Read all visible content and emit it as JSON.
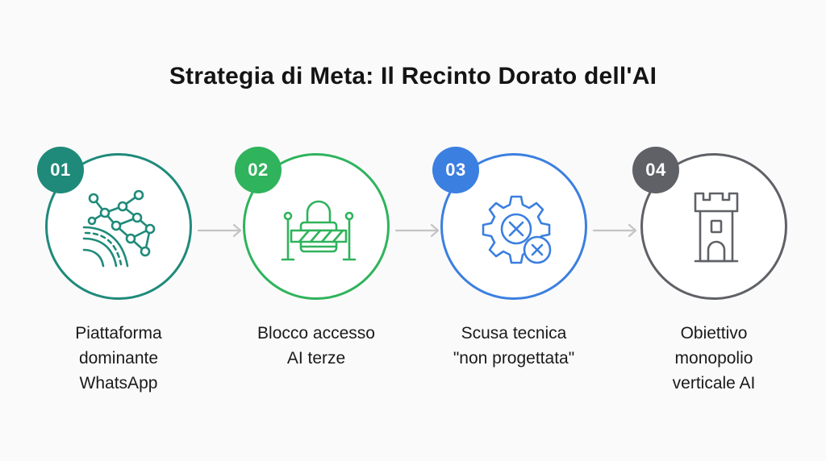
{
  "title": "Strategia di Meta: Il Recinto Dorato dell'AI",
  "colors": {
    "step1": "#1f8a7a",
    "step2": "#2fb35c",
    "step3": "#3b7fe0",
    "step4": "#5f6167",
    "arrow": "#c4c4c4"
  },
  "steps": [
    {
      "number": "01",
      "label_lines": [
        "Piattaforma",
        "dominante",
        "WhatsApp"
      ],
      "icon": "network-road-icon"
    },
    {
      "number": "02",
      "label_lines": [
        "Blocco accesso",
        "AI terze"
      ],
      "icon": "padlock-barrier-icon"
    },
    {
      "number": "03",
      "label_lines": [
        "Scusa tecnica",
        "\"non progettata\""
      ],
      "icon": "gear-error-icon"
    },
    {
      "number": "04",
      "label_lines": [
        "Obiettivo",
        "monopolio",
        "verticale AI"
      ],
      "icon": "castle-tower-icon"
    }
  ]
}
